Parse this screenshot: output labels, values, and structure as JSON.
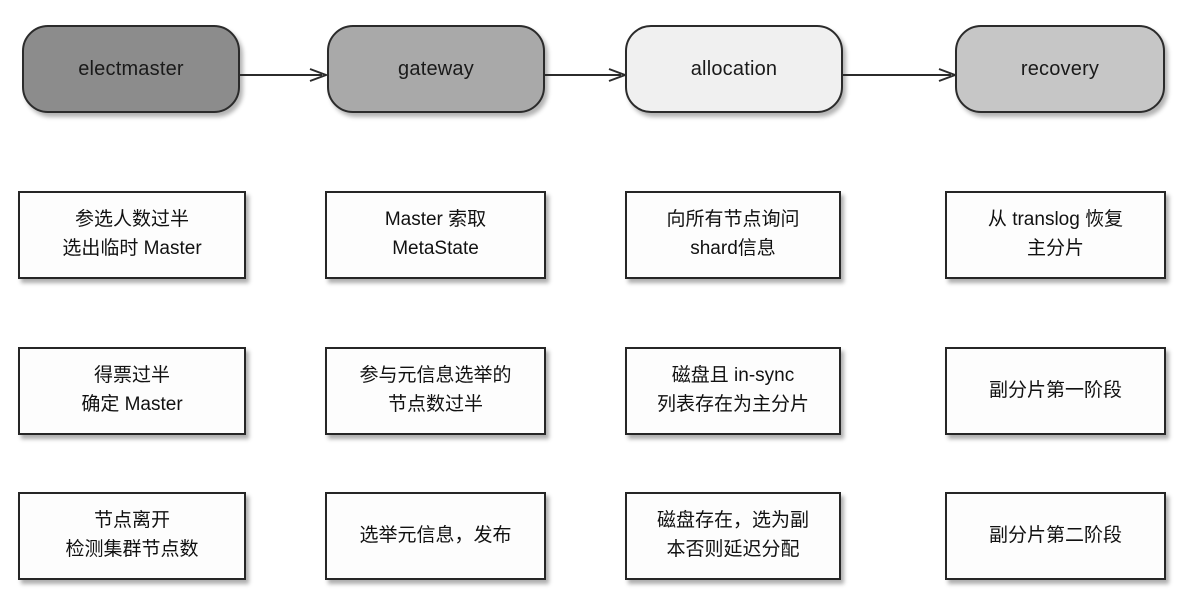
{
  "diagram": {
    "type": "flow-pipeline-with-stage-notes",
    "background_color": "#ffffff",
    "border_color": "#262626",
    "pipeline": {
      "nodes": [
        {
          "label": "electmaster",
          "fill": "#8c8c8c"
        },
        {
          "label": "gateway",
          "fill": "#a9a9a9"
        },
        {
          "label": "allocation",
          "fill": "#f0f0f0"
        },
        {
          "label": "recovery",
          "fill": "#c6c6c6"
        }
      ],
      "connectors": [
        {
          "from": "electmaster",
          "to": "gateway",
          "style": "arrow-right"
        },
        {
          "from": "gateway",
          "to": "allocation",
          "style": "arrow-right"
        },
        {
          "from": "allocation",
          "to": "recovery",
          "style": "arrow-right"
        }
      ]
    },
    "columns": [
      {
        "stage": "electmaster",
        "notes": [
          {
            "lines": [
              "参选人数过半",
              "选出临时 Master"
            ]
          },
          {
            "lines": [
              "得票过半",
              "确定 Master"
            ]
          },
          {
            "lines": [
              "节点离开",
              "检测集群节点数"
            ]
          }
        ]
      },
      {
        "stage": "gateway",
        "notes": [
          {
            "lines": [
              "Master 索取",
              "MetaState"
            ]
          },
          {
            "lines": [
              "参与元信息选举的",
              "节点数过半"
            ]
          },
          {
            "lines": [
              "选举元信息，发布"
            ]
          }
        ]
      },
      {
        "stage": "allocation",
        "notes": [
          {
            "lines": [
              "向所有节点询问",
              "shard信息"
            ]
          },
          {
            "lines": [
              "磁盘且 in-sync",
              "列表存在为主分片"
            ]
          },
          {
            "lines": [
              "磁盘存在，选为副",
              "本否则延迟分配"
            ]
          }
        ]
      },
      {
        "stage": "recovery",
        "notes": [
          {
            "lines": [
              "从 translog 恢复",
              "主分片"
            ]
          },
          {
            "lines": [
              "副分片第一阶段"
            ]
          },
          {
            "lines": [
              "副分片第二阶段"
            ]
          }
        ]
      }
    ]
  }
}
